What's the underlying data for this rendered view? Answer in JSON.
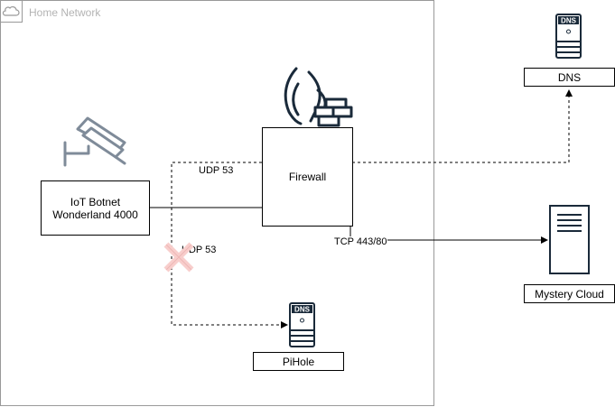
{
  "group": {
    "label": "Home Network",
    "icon": "cloud-icon"
  },
  "nodes": {
    "iot": {
      "line1": "IoT Botnet",
      "line2": "Wonderland 4000"
    },
    "firewall": {
      "label": "Firewall"
    },
    "dns": {
      "label": "DNS"
    },
    "mystery": {
      "label": "Mystery Cloud"
    },
    "pihole": {
      "label": "PiHole"
    }
  },
  "edges": {
    "udp_top": "UDP 53",
    "udp_bottom": "UDP 53",
    "tcp": "TCP 443/80"
  },
  "icons": {
    "camera": "security-camera-icon",
    "firewall": "firewall-icon",
    "dns_server": "dns-server-icon",
    "mystery_server": "server-tower-icon",
    "blocked": "blocked-x-icon"
  },
  "server_badge": "DNS",
  "colors": {
    "group_border": "#999999",
    "group_text": "#b3b3b3",
    "camera": "#7f8b99",
    "blocked": "#f8cecc",
    "stroke": "#000000"
  }
}
